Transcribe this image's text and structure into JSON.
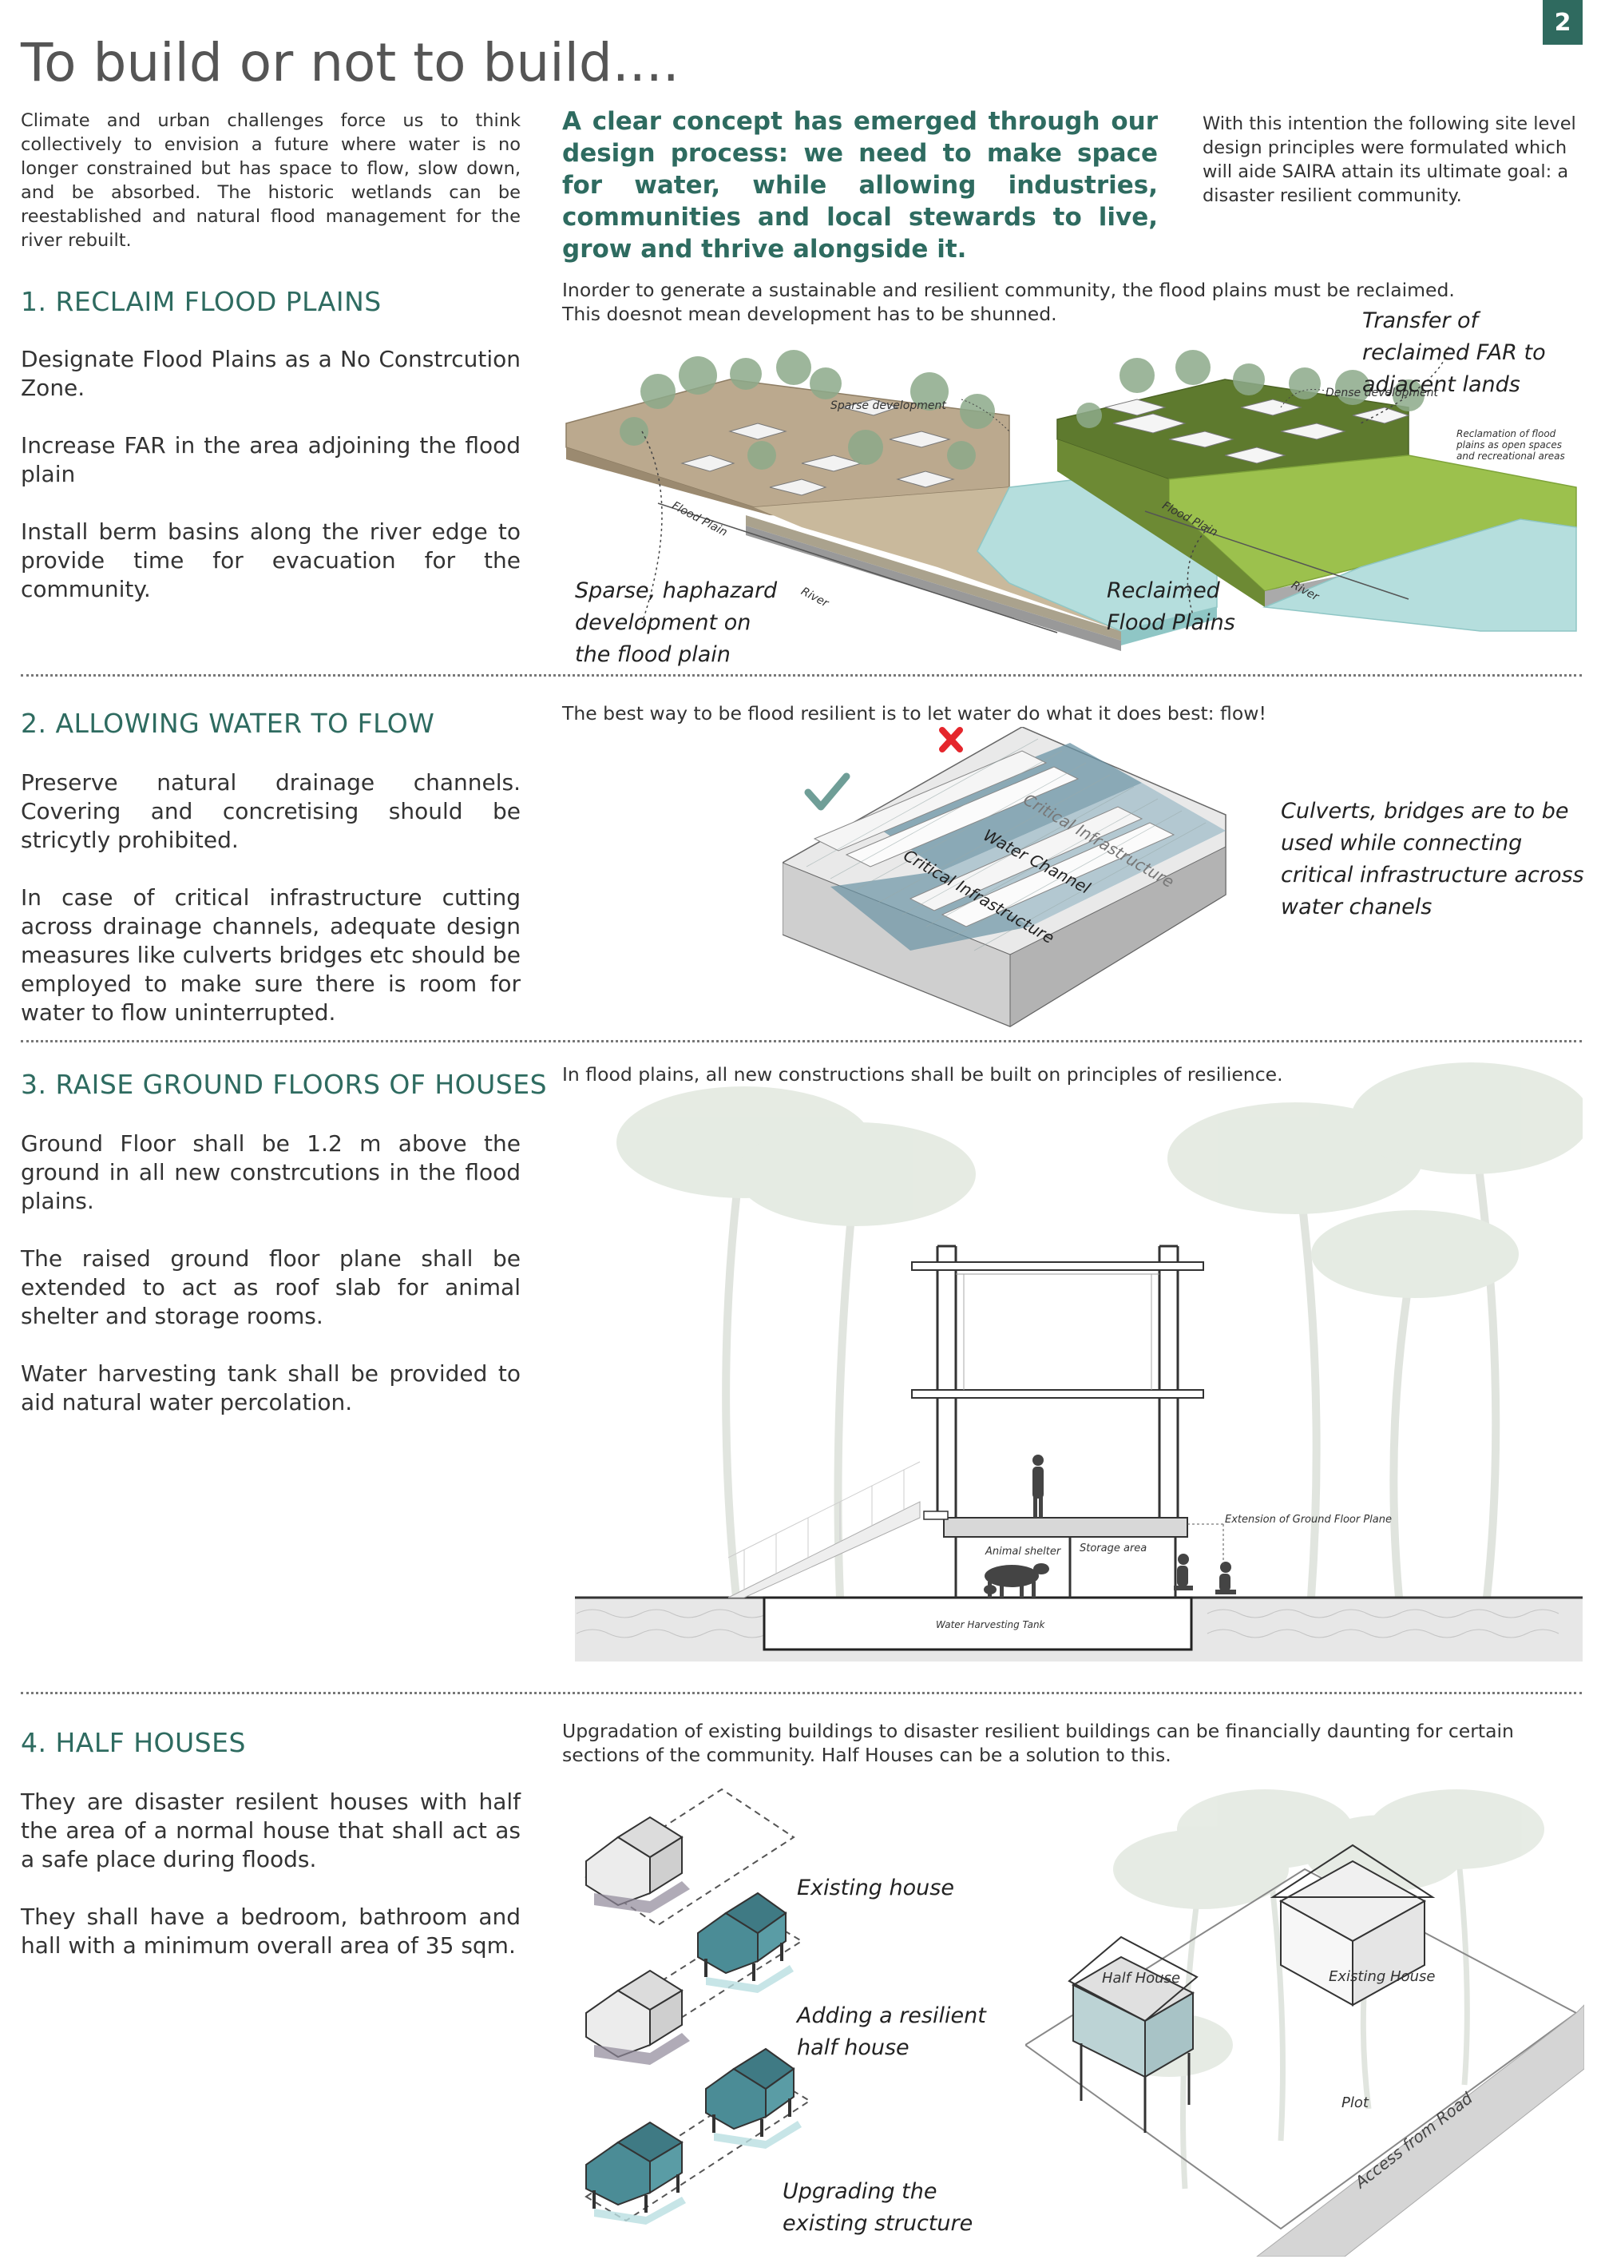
{
  "page_number": "2",
  "title": "To build or not to build....",
  "intro_left": "Climate and urban challenges force us to think collectively to envision a future where water is no longer constrained but has space to flow, slow down, and be absorbed. The historic wetlands can be reestablished and natural flood management for the river rebuilt.",
  "intro_center": "A clear concept has emerged through our design process: we need to make space for water, while allowing industries, communities and local stewards to live, grow and thrive alongside it.",
  "intro_right": "With this intention the following site level design principles were formulated which will aide SAIRA attain its ultimate goal: a disaster resilient community.",
  "sections": [
    {
      "heading": "1. RECLAIM FLOOD PLAINS",
      "paragraphs": [
        "Designate Flood Plains as a No Constrcution Zone.",
        "Increase FAR in the area adjoining the flood plain",
        "Install berm basins along the river edge to provide time for evacuation for the community."
      ],
      "caption": "Inorder to  generate a sustainable and resilient community, the flood plains must be reclaimed. This doesnot mean development has to be shunned.",
      "annotations": {
        "transfer_far": "Transfer of reclaimed FAR to adjacent lands",
        "sparse": "Sparse, haphazard development on the flood plain",
        "reclaimed": "Reclaimed Flood Plains",
        "sparse_small": "Sparse development",
        "dense_small": "Dense development",
        "reclaim_small": "Reclamation of flood plains as open spaces and recreational areas",
        "flood_plain_1": "Flood Plain",
        "flood_plain_2": "Flood Plain",
        "river_1": "River",
        "river_2": "River"
      }
    },
    {
      "heading": "2. ALLOWING WATER TO FLOW",
      "paragraphs": [
        "Preserve natural drainage channels. Covering and concretising should be stricytly prohibited.",
        "In case of critical infrastructure cutting across drainage channels, adequate design measures like culverts bridges etc should be employed to make sure there is room for water to flow uninterrupted."
      ],
      "caption": "The best way to be flood resilient is to let water do what it does best: flow!",
      "annotations": {
        "culverts": "Culverts, bridges are to be used while connecting critical infrastructure across water chanels",
        "critical_1": "Critical Infrastructure",
        "critical_2": "Critical Infrastructure",
        "water_channel": "Water Channel"
      }
    },
    {
      "heading": "3. RAISE GROUND FLOORS OF HOUSES",
      "paragraphs": [
        "Ground Floor shall be 1.2 m above the ground in all new constrcutions in the flood plains.",
        "The raised ground floor plane shall be extended to act as roof slab for animal shelter and storage rooms.",
        "Water harvesting tank shall be provided to aid natural water percolation."
      ],
      "caption": "In flood plains, all new constructions shall be built on principles of resilience.",
      "annotations": {
        "extension": "Extension of Ground Floor Plane",
        "animal_shelter": "Animal shelter",
        "storage": "Storage area",
        "tank": "Water Harvesting Tank"
      }
    },
    {
      "heading": "4. HALF HOUSES",
      "paragraphs": [
        "They are disaster resilent houses with half the area of a normal house that shall act as a safe place during floods.",
        "They shall have a bedroom, bathroom and hall with a minimum overall area of 35 sqm."
      ],
      "caption": "Upgradation of existing buildings to disaster resilient buildings can be financially daunting for certain sections of the community. Half Houses can be a solution to this.",
      "annotations": {
        "existing_house": "Existing house",
        "adding": "Adding a resilient half house",
        "upgrading": "Upgrading the existing structure",
        "half_house": "Half House",
        "existing_house_2": "Existing House",
        "plot": "Plot",
        "access": "Access from Road"
      }
    }
  ],
  "colors": {
    "accent": "#2e6b60",
    "water": "#b5dedd",
    "soil": "#b9a98e",
    "green": "#8fb34a",
    "dark_green": "#5e7a2e",
    "roof": "#4b8c96"
  }
}
